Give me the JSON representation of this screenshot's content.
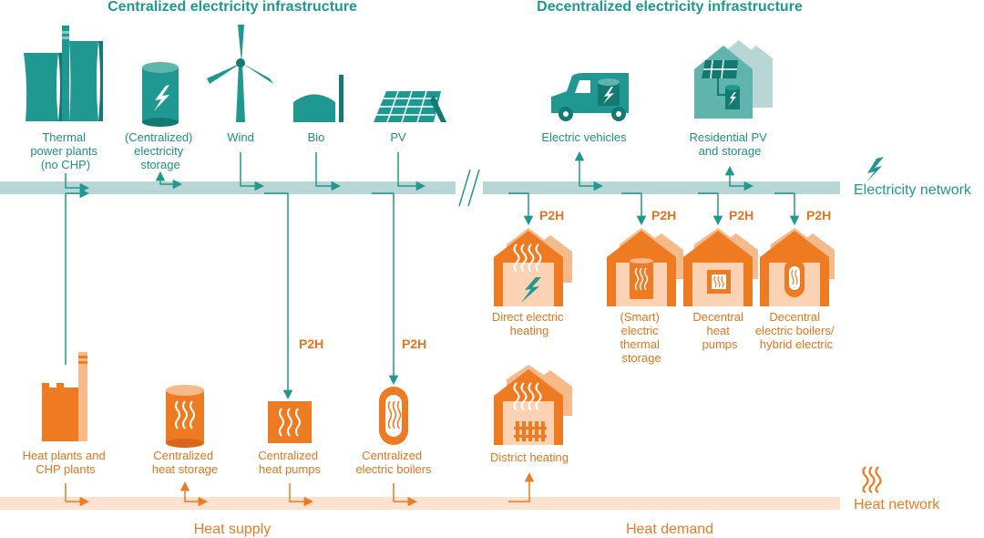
{
  "colors": {
    "teal": "#1e9890",
    "teal_dark": "#137a73",
    "teal_light": "#b7d6d5",
    "orange": "#ee7a22",
    "orange_light": "#f6b98a",
    "peach": "#fde3cf"
  },
  "headers": {
    "centralized": "Centralized electricity infrastructure",
    "decentralized": "Decentralized electricity infrastructure"
  },
  "networks": {
    "electricity": "Electricity network",
    "heat": "Heat network"
  },
  "sections": {
    "heat_supply": "Heat supply",
    "heat_demand": "Heat demand"
  },
  "p2h_label": "P2H",
  "electricity_sources": [
    {
      "icon": "thermal-plant-icon",
      "lines": [
        "Thermal",
        "power plants",
        "(no CHP)"
      ]
    },
    {
      "icon": "battery-icon",
      "lines": [
        "(Centralized)",
        "electricity",
        "storage"
      ]
    },
    {
      "icon": "wind-turbine-icon",
      "lines": [
        "Wind"
      ]
    },
    {
      "icon": "biogas-icon",
      "lines": [
        "Bio"
      ]
    },
    {
      "icon": "solar-panel-icon",
      "lines": [
        "PV"
      ]
    }
  ],
  "decentral_electric": [
    {
      "icon": "electric-vehicle-icon",
      "lines": [
        "Electric vehicles"
      ]
    },
    {
      "icon": "residential-pv-icon",
      "lines": [
        "Residential PV",
        "and storage"
      ]
    }
  ],
  "decentral_heat": [
    {
      "icon": "direct-heating-icon",
      "lines": [
        "Direct electric",
        "heating"
      ]
    },
    {
      "icon": "thermal-storage-icon",
      "lines": [
        "(Smart)",
        "electric",
        "thermal",
        "storage"
      ]
    },
    {
      "icon": "heat-pump-icon",
      "lines": [
        "Decentral",
        "heat",
        "pumps"
      ]
    },
    {
      "icon": "electric-boiler-icon",
      "lines": [
        "Decentral",
        "electric boilers/",
        "hybrid electric"
      ]
    }
  ],
  "district_heating": {
    "icon": "district-heating-icon",
    "lines": [
      "District heating"
    ]
  },
  "heat_supply_items": [
    {
      "icon": "chp-plant-icon",
      "lines": [
        "Heat plants and",
        "CHP plants"
      ]
    },
    {
      "icon": "heat-storage-icon",
      "lines": [
        "Centralized",
        "heat storage"
      ]
    },
    {
      "icon": "central-heat-pump-icon",
      "lines": [
        "Centralized",
        "heat pumps"
      ]
    },
    {
      "icon": "central-boiler-icon",
      "lines": [
        "Centralized",
        "electric boilers"
      ]
    }
  ]
}
